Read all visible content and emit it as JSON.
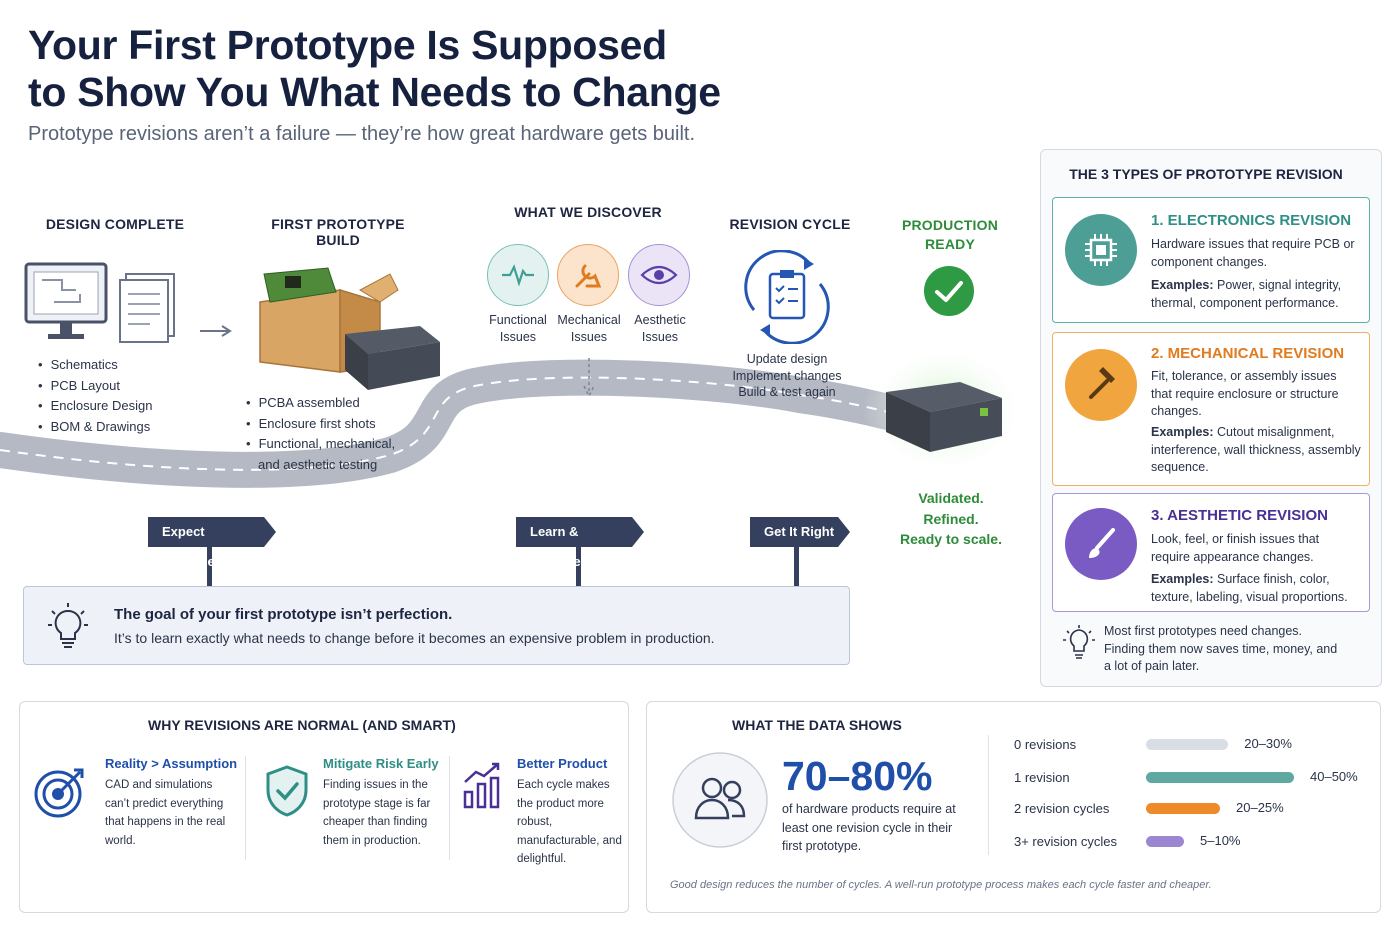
{
  "header": {
    "title_line1": "Your First Prototype Is Supposed",
    "title_line2": "to Show You What Needs to Change",
    "subtitle": "Prototype revisions aren’t a failure — they’re how great hardware gets built."
  },
  "stages": {
    "design": {
      "title": "DESIGN COMPLETE",
      "items": [
        "Schematics",
        "PCB Layout",
        "Enclosure Design",
        "BOM & Drawings"
      ]
    },
    "first_build": {
      "title": "FIRST PROTOTYPE BUILD",
      "items": [
        "PCBA assembled",
        "Enclosure first shots",
        "Functional, mechanical,",
        "and aesthetic testing"
      ]
    },
    "discover": {
      "title": "WHAT WE DISCOVER",
      "issues": [
        {
          "label_1": "Functional",
          "label_2": "Issues",
          "color": "#3f9e95"
        },
        {
          "label_1": "Mechanical",
          "label_2": "Issues",
          "color": "#e68a2e"
        },
        {
          "label_1": "Aesthetic",
          "label_2": "Issues",
          "color": "#6b4bb5"
        }
      ]
    },
    "revision": {
      "title": "REVISION CYCLE",
      "lines": [
        "Update design",
        "Implement changes",
        "Build & test again"
      ]
    },
    "production": {
      "title_1": "PRODUCTION",
      "title_2": "READY",
      "lines": [
        "Validated.",
        "Refined.",
        "Ready to scale."
      ]
    }
  },
  "signs": [
    "Expect Surprises",
    "Learn & Improve",
    "Get It Right"
  ],
  "goal": {
    "headline": "The goal of your first prototype isn’t perfection.",
    "body": "It’s to learn exactly what needs to change before it becomes an expensive problem in production."
  },
  "types": {
    "heading": "THE 3 TYPES OF PROTOTYPE REVISION",
    "cards": [
      {
        "title": "1.  ELECTRONICS REVISION",
        "desc": "Hardware issues that require PCB or component changes.",
        "examples_label": "Examples:",
        "examples": " Power, signal integrity, thermal, component performance.",
        "color": "#2f8f86",
        "icon": "chip-icon"
      },
      {
        "title": "2.  MECHANICAL REVISION",
        "desc": "Fit, tolerance, or assembly issues that require enclosure or structure changes.",
        "examples_label": "Examples:",
        "examples": " Cutout misalignment, interference, wall thickness, assembly sequence.",
        "color": "#e07b1f",
        "icon": "hammer-icon"
      },
      {
        "title": "3.  AESTHETIC REVISION",
        "desc": "Look, feel, or finish issues that require appearance changes.",
        "examples_label": "Examples:",
        "examples": " Surface finish, color, texture, labeling, visual proportions.",
        "color": "#5b3fa8",
        "icon": "paintbrush-icon"
      }
    ],
    "tip": "Most first prototypes need changes. Finding them now saves time, money, and a lot of pain later."
  },
  "why": {
    "heading": "WHY REVISIONS ARE NORMAL (AND SMART)",
    "items": [
      {
        "title": "Reality > Assumption",
        "text": "CAD and simulations can’t predict everything that happens in the real world.",
        "color": "#1f4fa8"
      },
      {
        "title": "Mitigate Risk Early",
        "text": "Finding issues in the prototype stage is far cheaper than finding them in production.",
        "color": "#2f8f86"
      },
      {
        "title": "Better Product",
        "text": "Each cycle makes the product more robust, manufacturable, and delightful.",
        "color": "#1f4fa8"
      }
    ]
  },
  "data": {
    "heading": "WHAT THE DATA SHOWS",
    "big_stat": "70–80%",
    "stat_text": "of hardware products require at least one revision cycle in their first prototype.",
    "footnote": "Good design reduces the number of cycles. A well-run prototype process makes each cycle faster and cheaper.",
    "bars": [
      {
        "label": "0 revisions",
        "value": "20–30%",
        "color": "#d8dde6",
        "mid": 25
      },
      {
        "label": "1 revision",
        "value": "40–50%",
        "color": "#5fa9a1",
        "mid": 45
      },
      {
        "label": "2 revision cycles",
        "value": "20–25%",
        "color": "#ef8a2a",
        "mid": 22.5
      },
      {
        "label": "3+ revision cycles",
        "value": "5–10%",
        "color": "#9b87d1",
        "mid": 7.5
      }
    ]
  }
}
